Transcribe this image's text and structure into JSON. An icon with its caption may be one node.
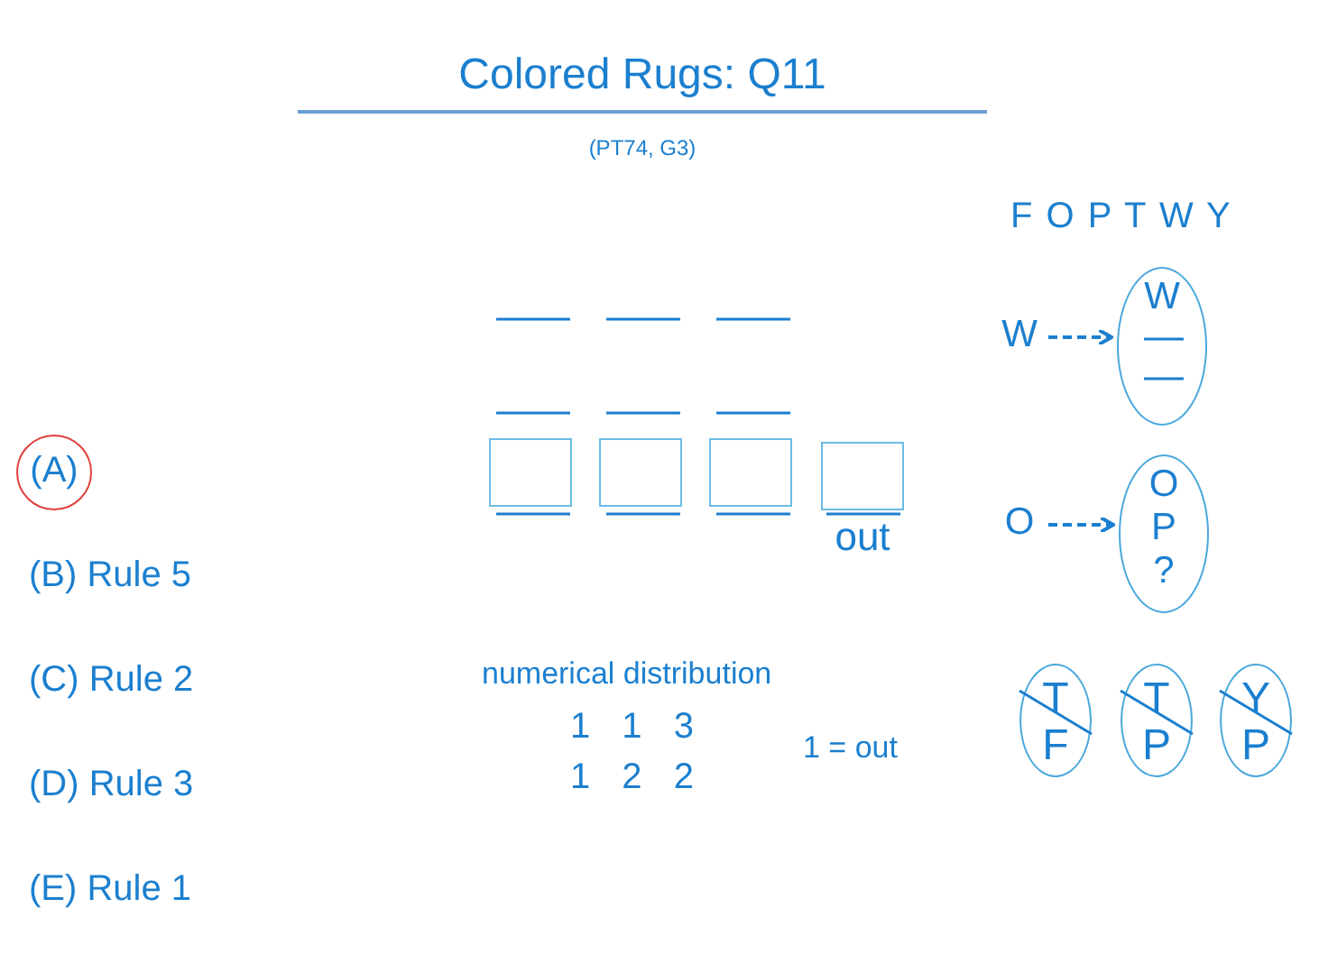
{
  "diagram": {
    "title": "Colored Rugs: Q11",
    "nodes": [
      {
        "text": [],
        "shape": "box"
      },
      {
        "text": [],
        "shape": "box"
      },
      {
        "text": [],
        "shape": "box"
      },
      {
        "text": [],
        "shape": "box",
        "beside": [
          "out"
        ]
      },
      {
        "text": [
          "W"
        ]
      },
      {
        "text": [
          "W"
        ]
      },
      {
        "text": [
          "O"
        ]
      },
      {
        "text": [
          "O P ?"
        ]
      },
      {
        "text": [
          "T F"
        ]
      },
      {
        "text": [
          "T P"
        ]
      },
      {
        "text": [
          "Y P"
        ]
      },
      {
        "text": [
          "(A)"
        ]
      }
    ],
    "edges": [
      {
        "from": 4,
        "to": 5,
        "arrow": "to",
        "style": "dashed"
      },
      {
        "from": 6,
        "to": 7,
        "arrow": "to",
        "style": "dashed"
      }
    ],
    "labels": [
      "(PT74, G3)",
      "F O P T W Y",
      "(B) Rule 5",
      "(C) Rule 2",
      "(D) Rule 3",
      "(E) Rule 1",
      "numerical distribution",
      "1 1 3",
      "1 2 2",
      "1 = out"
    ]
  }
}
